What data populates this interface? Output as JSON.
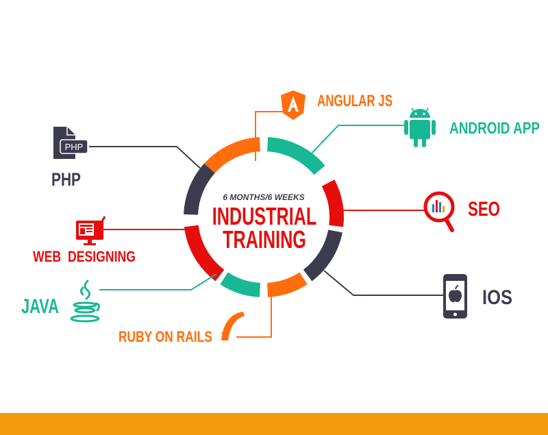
{
  "center": {
    "subtitle": "6 MONTHS/6 WEEKS",
    "title_line1": "INDUSTRIAL",
    "title_line2": "TRAINING"
  },
  "topics": {
    "angular": "ANGULAR JS",
    "android": "ANDROID APP",
    "seo": "SEO",
    "ios": "IOS",
    "ruby": "RUBY ON RAILS",
    "java": "JAVA",
    "web": "WEB  DESIGNING",
    "php": "PHP",
    "php_icon_text": "PHP"
  },
  "colors": {
    "orange": "#ff6d0d",
    "teal": "#17b893",
    "red": "#e60d0d",
    "dark": "#3d3c4f",
    "footer": "#f39a0a"
  }
}
